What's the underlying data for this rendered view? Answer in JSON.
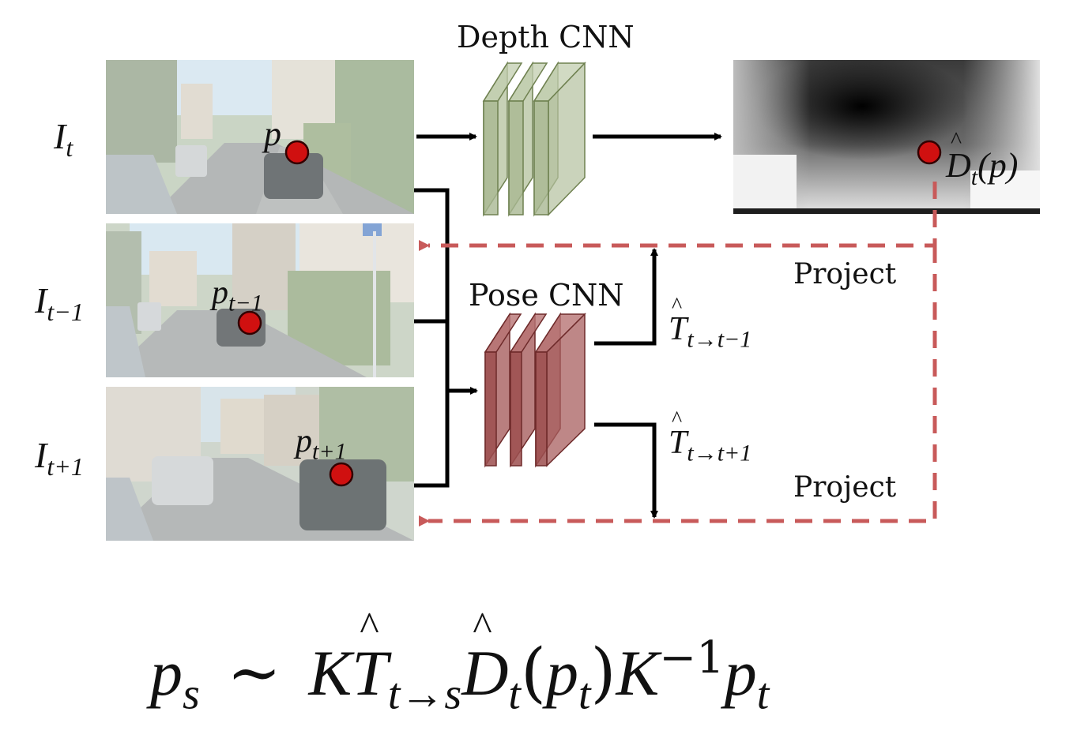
{
  "networks": {
    "depth_label": "Depth CNN",
    "pose_label": "Pose CNN",
    "depth_color": "#9aab7f",
    "pose_color": "#8e3f3f"
  },
  "frames": {
    "current": {
      "symbol": "I",
      "sub": "t",
      "point": "p",
      "point_sub": ""
    },
    "prev": {
      "symbol": "I",
      "sub": "t−1",
      "point": "p",
      "point_sub": "t−1"
    },
    "next": {
      "symbol": "I",
      "sub": "t+1",
      "point": "p",
      "point_sub": "t+1"
    }
  },
  "depth_output": {
    "symbol": "D",
    "sub": "t",
    "arg": "(p)"
  },
  "poses": {
    "to_prev": {
      "symbol": "T",
      "sub": "t→t−1"
    },
    "to_next": {
      "symbol": "T",
      "sub": "t→t+1"
    }
  },
  "projections": {
    "upper_label": "Project",
    "lower_label": "Project",
    "color": "#c85a5a"
  },
  "equation": {
    "lhs": "p",
    "lhs_sub": "s",
    "rel": "∼",
    "K": "K",
    "T": "T",
    "T_sub": "t→s",
    "D": "D",
    "D_sub": "t",
    "open": "(",
    "pt": "p",
    "pt_sub": "t",
    "close": ")",
    "Kinv": "K",
    "Kinv_sup": "−1",
    "pt2": "p",
    "pt2_sub": "t"
  },
  "point_color": "#d01010"
}
